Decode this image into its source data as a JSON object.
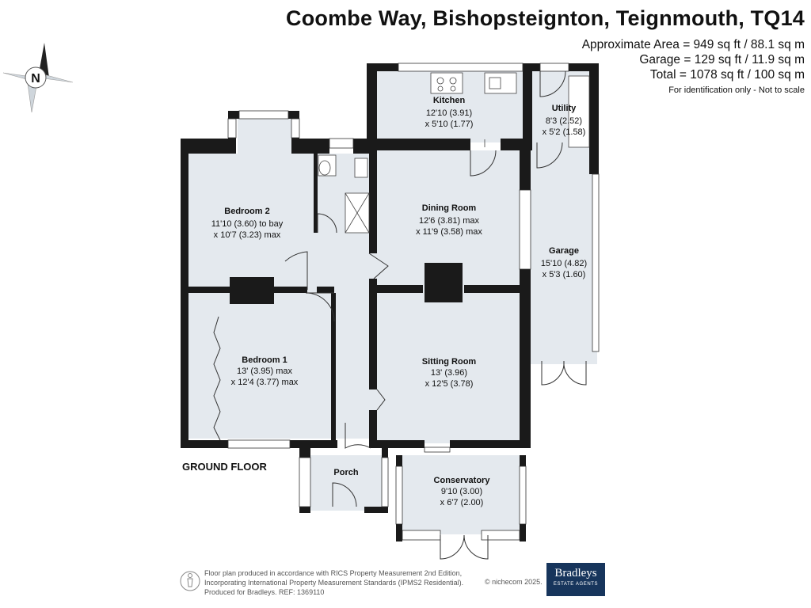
{
  "header": {
    "title": "Coombe Way, Bishopsteignton, Teignmouth, TQ14",
    "area_line": "Approximate Area = 949 sq ft / 88.1 sq m",
    "garage_line": "Garage = 129 sq ft / 11.9 sq m",
    "total_line": "Total = 1078 sq ft / 100 sq m",
    "note": "For identification only - Not to scale"
  },
  "compass": {
    "letter": "N"
  },
  "floor_label": "GROUND FLOOR",
  "rooms": {
    "kitchen": {
      "name": "Kitchen",
      "dim1": "12'10 (3.91)",
      "dim2": "x 5'10 (1.77)"
    },
    "utility": {
      "name": "Utility",
      "dim1": "8'3 (2.52)",
      "dim2": "x 5'2 (1.58)"
    },
    "bedroom2": {
      "name": "Bedroom 2",
      "dim1": "11'10 (3.60) to bay",
      "dim2": "x 10'7 (3.23) max"
    },
    "dining": {
      "name": "Dining Room",
      "dim1": "12'6 (3.81) max",
      "dim2": "x 11'9 (3.58) max"
    },
    "garage": {
      "name": "Garage",
      "dim1": "15'10 (4.82)",
      "dim2": "x 5'3 (1.60)"
    },
    "bedroom1": {
      "name": "Bedroom 1",
      "dim1": "13' (3.95) max",
      "dim2": "x 12'4 (3.77) max"
    },
    "sitting": {
      "name": "Sitting Room",
      "dim1": "13' (3.96)",
      "dim2": "x 12'5 (3.78)"
    },
    "porch": {
      "name": "Porch"
    },
    "conservatory": {
      "name": "Conservatory",
      "dim1": "9'10 (3.00)",
      "dim2": "x 6'7 (2.00)"
    }
  },
  "footer": {
    "line1": "Floor plan produced in accordance with RICS Property Measurement 2nd Edition,",
    "line2": "Incorporating International Property Measurement Standards (IPMS2 Residential).",
    "line3": "Produced for Bradleys.   REF: 1369110",
    "copyright": "© nichecom 2025.",
    "brand_name": "Bradleys",
    "brand_sub": "ESTATE AGENTS"
  },
  "colors": {
    "wall": "#1a1a1a",
    "floor": "#e4e9ee",
    "brand": "#17355c"
  }
}
